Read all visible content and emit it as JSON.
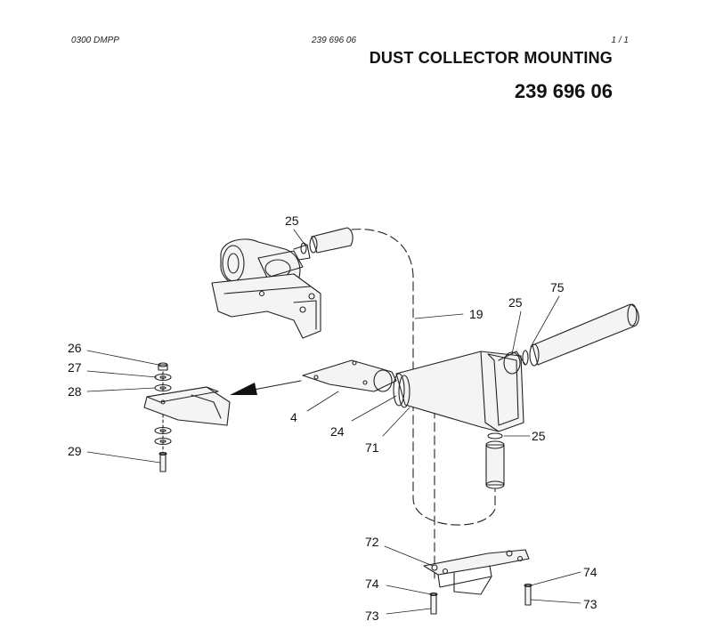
{
  "header": {
    "doc_code": "0300 DMPP",
    "doc_number": "239 696 06",
    "page": "1 /   1"
  },
  "title": "DUST COLLECTOR MOUNTING",
  "part_number": "239 696 06",
  "callouts": [
    {
      "id": "c25a",
      "label": "25"
    },
    {
      "id": "c75",
      "label": "75"
    },
    {
      "id": "c25b",
      "label": "25"
    },
    {
      "id": "c19",
      "label": "19"
    },
    {
      "id": "c26",
      "label": "26"
    },
    {
      "id": "c27",
      "label": "27"
    },
    {
      "id": "c28",
      "label": "28"
    },
    {
      "id": "c4",
      "label": "4"
    },
    {
      "id": "c24",
      "label": "24"
    },
    {
      "id": "c71",
      "label": "71"
    },
    {
      "id": "c25c",
      "label": "25"
    },
    {
      "id": "c29",
      "label": "29"
    },
    {
      "id": "c72",
      "label": "72"
    },
    {
      "id": "c74a",
      "label": "74"
    },
    {
      "id": "c74b",
      "label": "74"
    },
    {
      "id": "c73a",
      "label": "73"
    },
    {
      "id": "c73b",
      "label": "73"
    }
  ]
}
